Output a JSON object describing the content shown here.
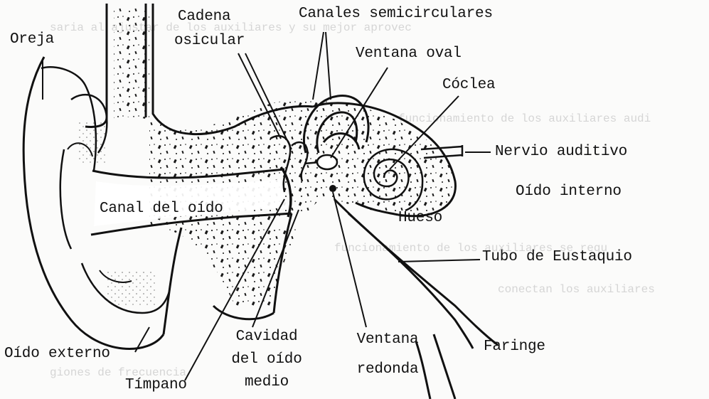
{
  "labels": {
    "oreja": "Oreja",
    "cadena_line1": "Cadena",
    "cadena_line2": "osicular",
    "canales": "Canales semicirculares",
    "ventana_oval": "Ventana oval",
    "coclea": "Cóclea",
    "nervio": "Nervio auditivo",
    "oido_interno": "Oído interno",
    "canal_del_oido": "Canal del oído",
    "hueso": "Hueso",
    "tubo": "Tubo de Eustaquio",
    "cavidad_line1": "Cavidad",
    "cavidad_line2": "del oído",
    "cavidad_line3": "medio",
    "ventana_redonda_line1": "Ventana",
    "ventana_redonda_line2": "redonda",
    "faringe": "Faringe",
    "oido_externo": "Oído externo",
    "timpano": "Tímpano"
  },
  "bleed_through": {
    "line1": "saria al ajustar de los auxiliares y su mejor aprovec",
    "line2": "funcionamiento de los auxiliares audi",
    "line3": "funcionamiento de los auxiliares se requ",
    "line4": "conectan los auxiliares",
    "line5": "giones de frecuencia"
  },
  "colors": {
    "ink": "#111111",
    "stipple": "#1a1a1a",
    "ghost": "#c9c9c9"
  }
}
